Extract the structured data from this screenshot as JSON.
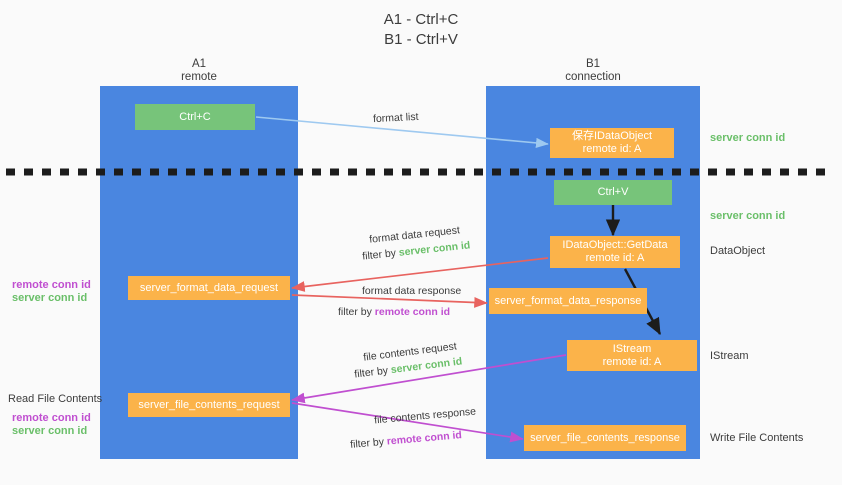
{
  "title": "A1 - Ctrl+C\nB1 - Ctrl+V",
  "lanes": {
    "a": {
      "name": "A1",
      "sub": "remote",
      "header": "A1\nremote"
    },
    "b": {
      "name": "B1",
      "sub": "connection",
      "header": "B1\nconnection"
    }
  },
  "colors": {
    "lane_blue": "#4a86e0",
    "box_green": "#77c47a",
    "box_orange": "#fbb34a",
    "server_conn_green": "#6abf69",
    "remote_conn_purple": "#c04fd0",
    "arrow_blue": "#9ec9f0",
    "arrow_red": "#e8635f",
    "arrow_purple": "#c04fd0",
    "arrow_black": "#222222",
    "page_bg": "#fafafa"
  },
  "boxes": {
    "ctrl_c": "Ctrl+C",
    "ctrl_v": "Ctrl+V",
    "save_idataobject": "保存IDataObject\nremote id: A",
    "idataobject_getdata": "IDataObject::GetData\nremote id: A",
    "istream": "IStream\nremote id: A",
    "server_format_data_request": "server_format_data_request",
    "server_format_data_response": "server_format_data_response",
    "server_file_contents_request": "server_file_contents_request",
    "server_file_contents_response": "server_file_contents_response"
  },
  "right_labels": {
    "server_conn_id_1": "server conn id",
    "server_conn_id_2": "server conn id",
    "dataobject": "DataObject",
    "istream": "IStream",
    "write_file_contents": "Write File Contents"
  },
  "left_labels": {
    "remote_conn_id_1": "remote conn id",
    "server_conn_id_1": "server conn id",
    "read_file_contents": "Read File Contents",
    "remote_conn_id_2": "remote conn id",
    "server_conn_id_2": "server conn id"
  },
  "arrow_labels": {
    "format_list": "format list",
    "format_data_request": "format data request",
    "format_data_request_filter_prefix": "filter by ",
    "format_data_request_filter_value": "server conn id",
    "format_data_response": "format data response",
    "format_data_response_filter_prefix": "filter by ",
    "format_data_response_filter_value": "remote conn id",
    "file_contents_request": "file contents request",
    "file_contents_request_filter_prefix": "filter by ",
    "file_contents_request_filter_value": "server conn id",
    "file_contents_response": "file contents response",
    "file_contents_response_filter_prefix": "filter by ",
    "file_contents_response_filter_value": "remote conn id"
  }
}
